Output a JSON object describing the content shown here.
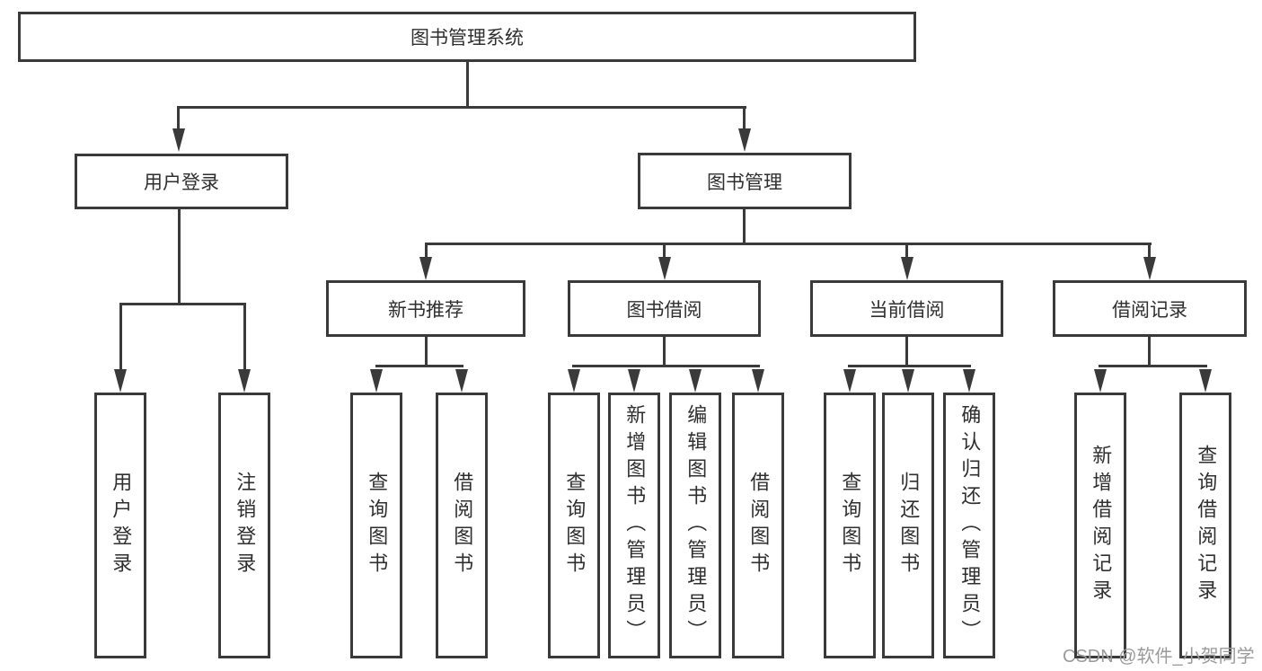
{
  "diagram": {
    "root": {
      "label": "图书管理系统"
    },
    "level2": [
      {
        "id": "user-login",
        "label": "用户登录"
      },
      {
        "id": "book-management",
        "label": "图书管理"
      }
    ],
    "level3": [
      {
        "id": "new-book-recommend",
        "label": "新书推荐"
      },
      {
        "id": "book-borrow",
        "label": "图书借阅"
      },
      {
        "id": "current-borrow",
        "label": "当前借阅"
      },
      {
        "id": "borrow-records",
        "label": "借阅记录"
      }
    ],
    "groups": [
      {
        "parent": "用户登录",
        "items": [
          "用户登录",
          "注销登录"
        ]
      },
      {
        "parent": "新书推荐",
        "items": [
          "查询图书",
          "借阅图书"
        ]
      },
      {
        "parent": "图书借阅",
        "items": [
          "查询图书",
          "新增图书（管理员）",
          "编辑图书（管理员）",
          "借阅图书"
        ]
      },
      {
        "parent": "当前借阅",
        "items": [
          "查询图书",
          "归还图书",
          "确认归还（管理员）"
        ]
      },
      {
        "parent": "借阅记录",
        "items": [
          "新增借阅记录",
          "查询借阅记录"
        ]
      }
    ]
  },
  "watermark": {
    "text": "CSDN @软件_小贺同学",
    "color": "#9b9b9b"
  },
  "colors": {
    "line": "#3a3a3a",
    "text": "#2f2f2f",
    "background": "#ffffff"
  }
}
